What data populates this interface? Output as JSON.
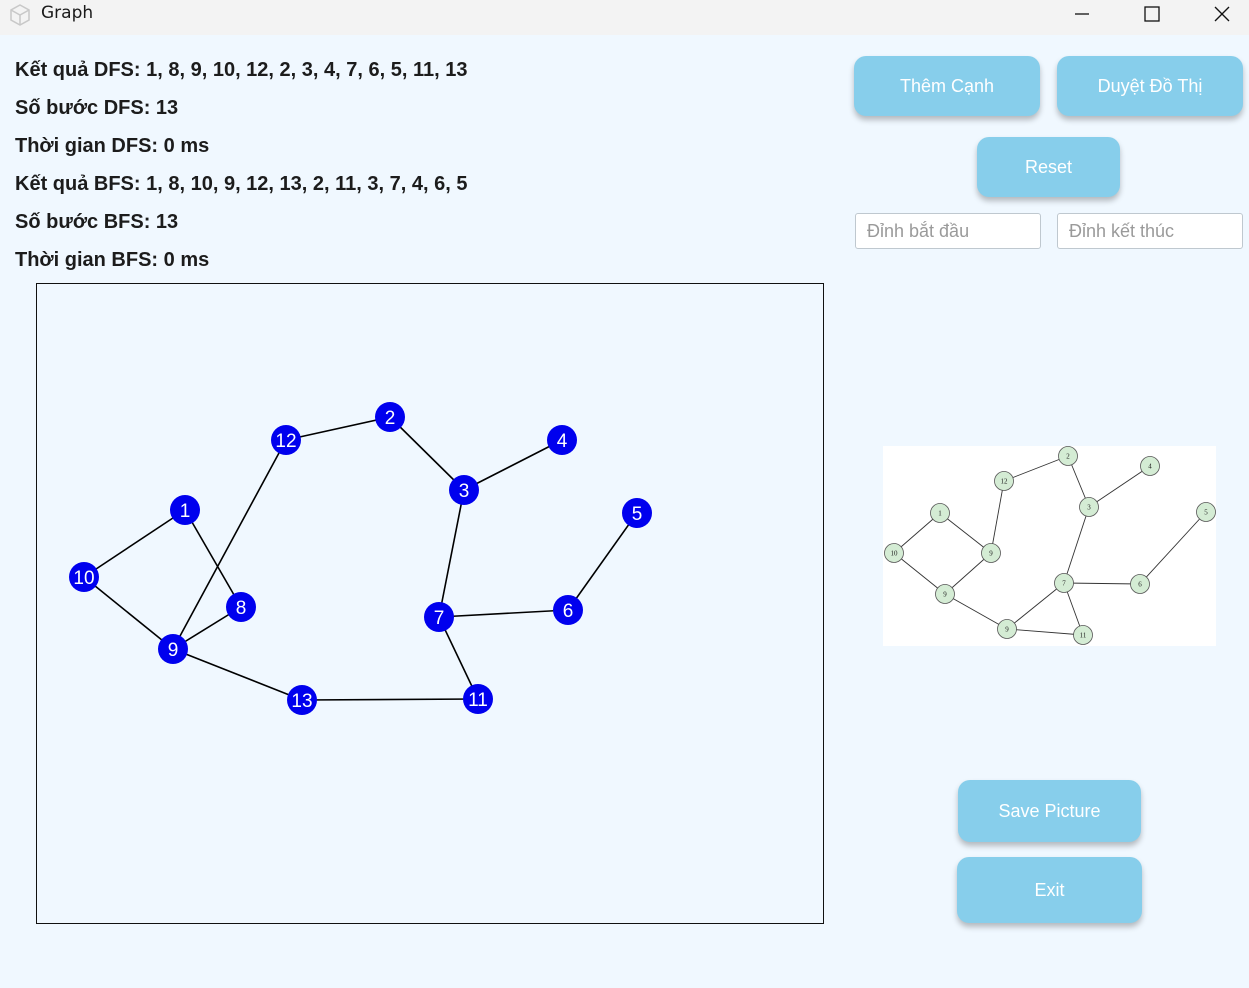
{
  "window": {
    "title": "Graph"
  },
  "results": {
    "dfs_result": "Kết quả DFS: 1, 8, 9, 10, 12, 2, 3, 4, 7, 6, 5, 11, 13",
    "dfs_steps": "Số bước DFS: 13",
    "dfs_time": "Thời gian DFS: 0 ms",
    "bfs_result": "Kết quả BFS: 1, 8, 10, 9, 12, 13, 2, 11, 3, 7, 4, 6, 5",
    "bfs_steps": "Số bước BFS: 13",
    "bfs_time": "Thời gian BFS: 0 ms"
  },
  "buttons": {
    "add_edge": "Thêm Cạnh",
    "traverse": "Duyệt Đồ Thị",
    "reset": "Reset",
    "save_picture": "Save Picture",
    "exit": "Exit"
  },
  "inputs": {
    "start_placeholder": "Đỉnh bắt đầu",
    "end_placeholder": "Đỉnh kết thúc"
  },
  "graph": {
    "node_color": "#0000ee",
    "node_labels": [
      "1",
      "2",
      "3",
      "4",
      "5",
      "6",
      "7",
      "8",
      "9",
      "10",
      "11",
      "12",
      "13"
    ],
    "edges": [
      [
        "10",
        "1"
      ],
      [
        "1",
        "8"
      ],
      [
        "10",
        "9"
      ],
      [
        "8",
        "9"
      ],
      [
        "9",
        "12"
      ],
      [
        "12",
        "2"
      ],
      [
        "2",
        "3"
      ],
      [
        "3",
        "4"
      ],
      [
        "3",
        "7"
      ],
      [
        "7",
        "6"
      ],
      [
        "6",
        "5"
      ],
      [
        "7",
        "11"
      ],
      [
        "9",
        "13"
      ],
      [
        "13",
        "11"
      ]
    ]
  },
  "preview_graph": {
    "node_color": "#d4ecd4",
    "node_labels": [
      "1",
      "2",
      "3",
      "4",
      "5",
      "6",
      "7",
      "9",
      "9",
      "10",
      "11",
      "12",
      "9"
    ],
    "edges": [
      [
        "p10",
        "p1"
      ],
      [
        "p1",
        "p9a"
      ],
      [
        "p10",
        "p9b"
      ],
      [
        "p9b",
        "p9a"
      ],
      [
        "p9a",
        "p12"
      ],
      [
        "p12",
        "p2"
      ],
      [
        "p2",
        "p3"
      ],
      [
        "p3",
        "p4"
      ],
      [
        "p3",
        "p7"
      ],
      [
        "p7",
        "p6"
      ],
      [
        "p6",
        "p5"
      ],
      [
        "p7",
        "p11"
      ],
      [
        "p7",
        "p9c"
      ],
      [
        "p9b",
        "p9c"
      ],
      [
        "p9c",
        "p11"
      ]
    ]
  }
}
